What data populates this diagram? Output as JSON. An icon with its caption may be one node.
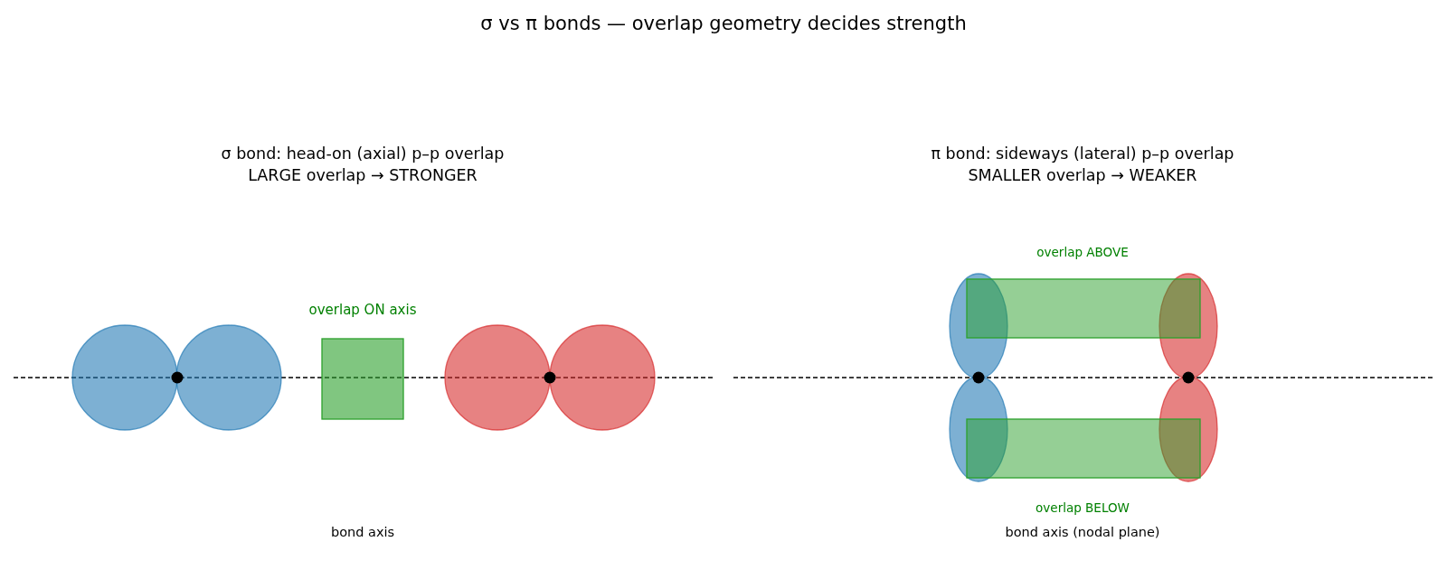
{
  "diagram": {
    "title": "σ vs π bonds — overlap geometry decides strength",
    "labels": [
      "σ bond: head-on (axial) p–p overlap",
      "LARGE overlap → STRONGER",
      "π bond: sideways (lateral) p–p overlap",
      "SMALLER overlap → WEAKER",
      "overlap ON axis",
      "bond axis",
      "overlap ABOVE",
      "overlap BELOW",
      "bond axis (nodal plane)"
    ]
  }
}
